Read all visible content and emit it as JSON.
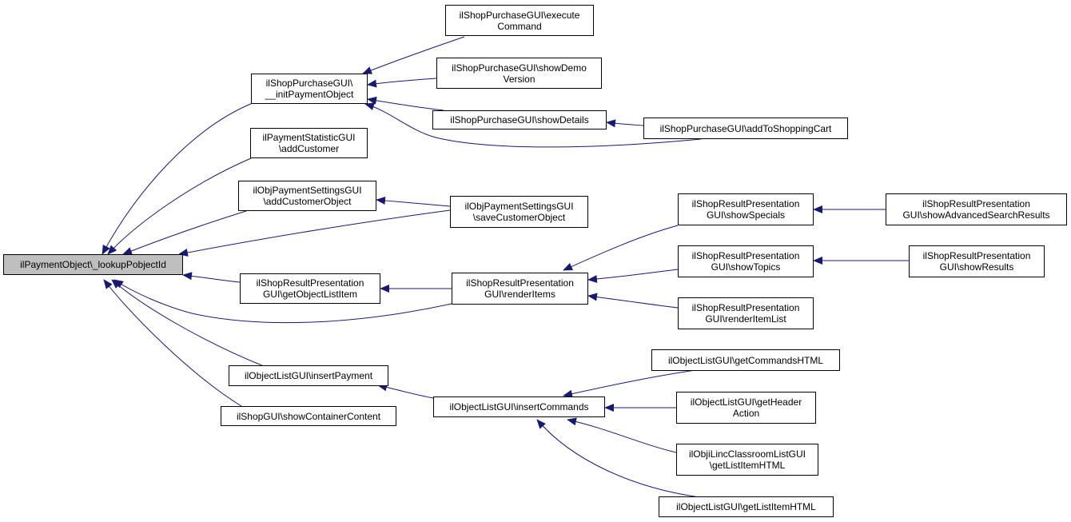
{
  "colors": {
    "edge": "#191970",
    "root_fill": "#bfbfbf",
    "node_fill": "#ffffff",
    "border": "#000000"
  },
  "nodes": {
    "root": {
      "l1": "ilPaymentObject\\_lookupPobjectId"
    },
    "init_payment_object": {
      "l1": "ilShopPurchaseGUI\\",
      "l2": "__initPaymentObject"
    },
    "execute_command": {
      "l1": "ilShopPurchaseGUI\\execute",
      "l2": "Command"
    },
    "show_demo_version": {
      "l1": "ilShopPurchaseGUI\\showDemo",
      "l2": "Version"
    },
    "show_details": {
      "l1": "ilShopPurchaseGUI\\showDetails"
    },
    "add_to_shopping_cart": {
      "l1": "ilShopPurchaseGUI\\addToShoppingCart"
    },
    "add_customer": {
      "l1": "ilPaymentStatisticGUI",
      "l2": "\\addCustomer"
    },
    "add_customer_object": {
      "l1": "ilObjPaymentSettingsGUI",
      "l2": "\\addCustomerObject"
    },
    "save_customer_object": {
      "l1": "ilObjPaymentSettingsGUI",
      "l2": "\\saveCustomerObject"
    },
    "get_object_list_item": {
      "l1": "ilShopResultPresentation",
      "l2": "GUI\\getObjectListItem"
    },
    "render_items": {
      "l1": "ilShopResultPresentation",
      "l2": "GUI\\renderItems"
    },
    "show_specials": {
      "l1": "ilShopResultPresentation",
      "l2": "GUI\\showSpecials"
    },
    "show_advanced_search_results": {
      "l1": "ilShopResultPresentation",
      "l2": "GUI\\showAdvancedSearchResults"
    },
    "show_topics": {
      "l1": "ilShopResultPresentation",
      "l2": "GUI\\showTopics"
    },
    "show_results": {
      "l1": "ilShopResultPresentation",
      "l2": "GUI\\showResults"
    },
    "render_item_list": {
      "l1": "ilShopResultPresentation",
      "l2": "GUI\\renderItemList"
    },
    "insert_payment": {
      "l1": "ilObjectListGUI\\insertPayment"
    },
    "show_container_content": {
      "l1": "ilShopGUI\\showContainerContent"
    },
    "insert_commands": {
      "l1": "ilObjectListGUI\\insertCommands"
    },
    "get_commands_html": {
      "l1": "ilObjectListGUI\\getCommandsHTML"
    },
    "get_header_action": {
      "l1": "ilObjectListGUI\\getHeader",
      "l2": "Action"
    },
    "get_list_item_html_linc": {
      "l1": "ilObjiLincClassroomListGUI",
      "l2": "\\getListItemHTML"
    },
    "get_list_item_html": {
      "l1": "ilObjectListGUI\\getListItemHTML"
    }
  }
}
